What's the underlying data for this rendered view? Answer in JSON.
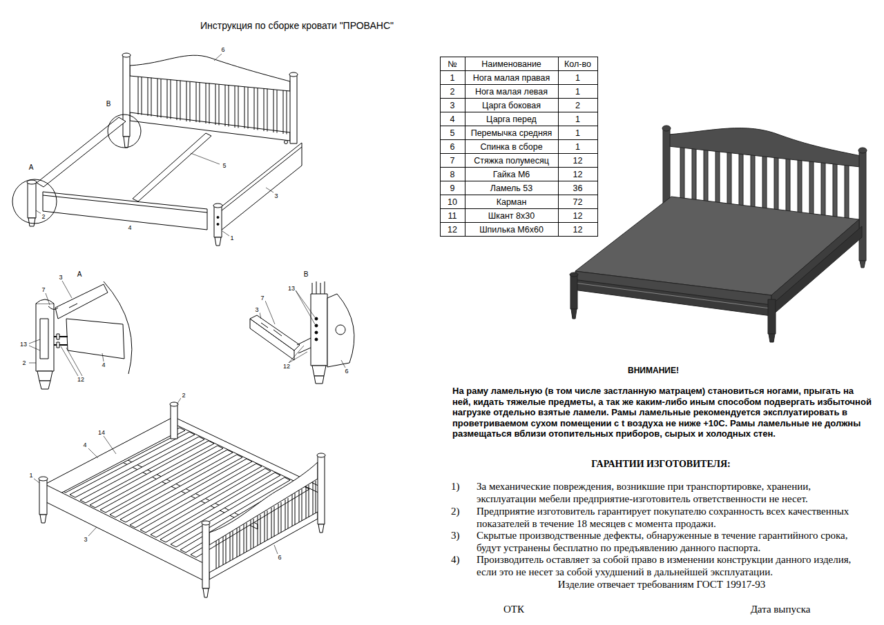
{
  "diagram": {
    "title": "Инструкция по сборке кровати \"ПРОВАНС\"",
    "labels": [
      "6",
      "В",
      "5",
      "А",
      "3",
      "2",
      "4",
      "1",
      "А",
      "3",
      "7",
      "13",
      "2",
      "12",
      "4",
      "В",
      "13",
      "7",
      "3",
      "12",
      "6",
      "2",
      "4",
      "14",
      "1",
      "3",
      "6",
      "№",
      "Наименование",
      "Кол-во",
      "1",
      "Нога малая правая",
      "1",
      "2",
      "Нога малая левая",
      "1",
      "3",
      "Царга боковая",
      "2",
      "4",
      "Царга перед",
      "1",
      "5",
      "Перемычка средняя",
      "1",
      "6",
      "Спинка в сборе",
      "1",
      "7",
      "Стяжка полумесяц",
      "12",
      "8",
      "Гайка М6",
      "12",
      "9",
      "Ламель 53",
      "36",
      "10",
      "Карман",
      "72",
      "11",
      "Шкант 8х30",
      "12",
      "12",
      "Шпилька М6х60",
      "12",
      "ВНИМАНИЕ!",
      "На раму ламельную (в том числе застланную матрацем) становиться ногами, прыгать на ней, кидать тяжелые предметы, а так же каким-либо иным способом подвергать избыточной нагрузке отдельно взятые ламели. Рамы ламельные рекомендуется эксплуатировать в проветриваемом сухом помещении с t воздуха не ниже +10С. Рамы ламельные не должны размещаться вблизи отопительных приборов, сырых и холодных стен.",
      "ГАРАНТИИ ИЗГОТОВИТЕЛЯ:",
      "1)",
      "За механические повреждения, возникшие при транспортировке, хранении, эксплуатации мебели предприятие-изготовитель ответственности не несет.",
      "2)",
      "Предприятие изготовитель гарантирует покупателю сохранность всех качественных показателей в течение 18 месяцев с момента продажи.",
      "3)",
      "Скрытые производственные дефекты, обнаруженные в течение гарантийного срока, будут устранены бесплатно по предъявлению данного паспорта.",
      "4)",
      "Производитель оставляет за собой право в изменении конструкции данного изделия, если это не несет за собой ухудшений в дальнейшей эксплуатации.",
      "Изделие отвечает требованиям ГОСТ 19917-93",
      "ОТК",
      "Дата выпуска"
    ]
  }
}
